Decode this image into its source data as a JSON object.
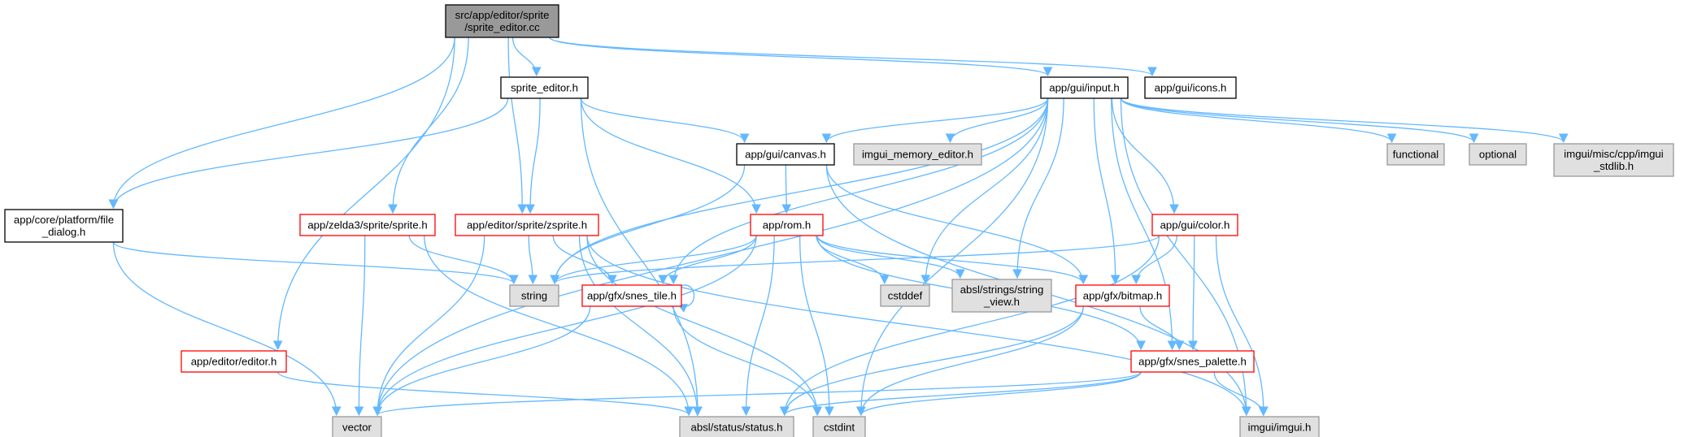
{
  "colors": {
    "root_fill": "#999999",
    "plain_fill": "#ffffff",
    "plain_border": "#000000",
    "red_border": "#ff0000",
    "system_fill": "#e0e0e0",
    "system_border": "#999999",
    "edge": "#63b8ff"
  },
  "nodes": [
    {
      "id": "root",
      "lines": [
        "src/app/editor/sprite",
        "/sprite_editor.cc"
      ],
      "style": "root"
    },
    {
      "id": "sprite_editor_h",
      "lines": [
        "sprite_editor.h"
      ],
      "style": "plain"
    },
    {
      "id": "gui_input",
      "lines": [
        "app/gui/input.h"
      ],
      "style": "plain"
    },
    {
      "id": "gui_icons",
      "lines": [
        "app/gui/icons.h"
      ],
      "style": "plain"
    },
    {
      "id": "gui_canvas",
      "lines": [
        "app/gui/canvas.h"
      ],
      "style": "plain"
    },
    {
      "id": "imgui_memory_editor",
      "lines": [
        "imgui_memory_editor.h"
      ],
      "style": "system"
    },
    {
      "id": "functional",
      "lines": [
        "functional"
      ],
      "style": "system"
    },
    {
      "id": "optional",
      "lines": [
        "optional"
      ],
      "style": "system"
    },
    {
      "id": "imgui_stdlib",
      "lines": [
        "imgui/misc/cpp/imgui",
        "_stdlib.h"
      ],
      "style": "system"
    },
    {
      "id": "file_dialog",
      "lines": [
        "app/core/platform/file",
        "_dialog.h"
      ],
      "style": "plain"
    },
    {
      "id": "zelda3_sprite",
      "lines": [
        "app/zelda3/sprite/sprite.h"
      ],
      "style": "red"
    },
    {
      "id": "zsprite",
      "lines": [
        "app/editor/sprite/zsprite.h"
      ],
      "style": "red"
    },
    {
      "id": "rom",
      "lines": [
        "app/rom.h"
      ],
      "style": "red"
    },
    {
      "id": "gui_color",
      "lines": [
        "app/gui/color.h"
      ],
      "style": "red"
    },
    {
      "id": "string",
      "lines": [
        "string"
      ],
      "style": "system"
    },
    {
      "id": "snes_tile",
      "lines": [
        "app/gfx/snes_tile.h"
      ],
      "style": "red"
    },
    {
      "id": "cstddef",
      "lines": [
        "cstddef"
      ],
      "style": "system"
    },
    {
      "id": "string_view",
      "lines": [
        "absl/strings/string",
        "_view.h"
      ],
      "style": "system"
    },
    {
      "id": "bitmap",
      "lines": [
        "app/gfx/bitmap.h"
      ],
      "style": "red"
    },
    {
      "id": "editor_h",
      "lines": [
        "app/editor/editor.h"
      ],
      "style": "red"
    },
    {
      "id": "snes_palette",
      "lines": [
        "app/gfx/snes_palette.h"
      ],
      "style": "red"
    },
    {
      "id": "vector",
      "lines": [
        "vector"
      ],
      "style": "system"
    },
    {
      "id": "status",
      "lines": [
        "absl/status/status.h"
      ],
      "style": "system"
    },
    {
      "id": "cstdint",
      "lines": [
        "cstdint"
      ],
      "style": "system"
    },
    {
      "id": "imgui",
      "lines": [
        "imgui/imgui.h"
      ],
      "style": "system"
    }
  ],
  "edges": [
    [
      "root",
      "sprite_editor_h"
    ],
    [
      "root",
      "gui_input"
    ],
    [
      "root",
      "gui_icons"
    ],
    [
      "root",
      "file_dialog"
    ],
    [
      "root",
      "zelda3_sprite"
    ],
    [
      "root",
      "zsprite"
    ],
    [
      "root",
      "editor_h"
    ],
    [
      "sprite_editor_h",
      "gui_canvas"
    ],
    [
      "sprite_editor_h",
      "file_dialog"
    ],
    [
      "sprite_editor_h",
      "zsprite"
    ],
    [
      "sprite_editor_h",
      "rom"
    ],
    [
      "sprite_editor_h",
      "status"
    ],
    [
      "gui_input",
      "gui_canvas"
    ],
    [
      "gui_input",
      "imgui_memory_editor"
    ],
    [
      "gui_input",
      "functional"
    ],
    [
      "gui_input",
      "optional"
    ],
    [
      "gui_input",
      "imgui_stdlib"
    ],
    [
      "gui_input",
      "gui_color"
    ],
    [
      "gui_input",
      "string"
    ],
    [
      "gui_input",
      "snes_tile"
    ],
    [
      "gui_input",
      "cstddef"
    ],
    [
      "gui_input",
      "string_view"
    ],
    [
      "gui_input",
      "bitmap"
    ],
    [
      "gui_input",
      "snes_palette"
    ],
    [
      "gui_input",
      "vector"
    ],
    [
      "gui_input",
      "cstdint"
    ],
    [
      "gui_input",
      "imgui"
    ],
    [
      "gui_canvas",
      "rom"
    ],
    [
      "gui_canvas",
      "string"
    ],
    [
      "gui_canvas",
      "bitmap"
    ],
    [
      "gui_canvas",
      "imgui"
    ],
    [
      "file_dialog",
      "string"
    ],
    [
      "file_dialog",
      "vector"
    ],
    [
      "zelda3_sprite",
      "string"
    ],
    [
      "zelda3_sprite",
      "vector"
    ],
    [
      "zelda3_sprite",
      "status"
    ],
    [
      "zsprite",
      "string"
    ],
    [
      "zsprite",
      "snes_tile"
    ],
    [
      "zsprite",
      "vector"
    ],
    [
      "zsprite",
      "status"
    ],
    [
      "zsprite",
      "cstdint"
    ],
    [
      "zsprite",
      "imgui"
    ],
    [
      "rom",
      "string"
    ],
    [
      "rom",
      "snes_tile"
    ],
    [
      "rom",
      "cstddef"
    ],
    [
      "rom",
      "string_view"
    ],
    [
      "rom",
      "bitmap"
    ],
    [
      "rom",
      "snes_palette"
    ],
    [
      "rom",
      "vector"
    ],
    [
      "rom",
      "status"
    ],
    [
      "rom",
      "cstdint"
    ],
    [
      "gui_color",
      "string"
    ],
    [
      "gui_color",
      "bitmap"
    ],
    [
      "gui_color",
      "snes_palette"
    ],
    [
      "gui_color",
      "status"
    ],
    [
      "gui_color",
      "imgui"
    ],
    [
      "snes_tile",
      "snes_tile"
    ],
    [
      "snes_tile",
      "vector"
    ],
    [
      "snes_tile",
      "cstdint"
    ],
    [
      "bitmap",
      "snes_palette"
    ],
    [
      "bitmap",
      "status"
    ],
    [
      "bitmap",
      "cstdint"
    ],
    [
      "editor_h",
      "status"
    ],
    [
      "snes_palette",
      "vector"
    ],
    [
      "snes_palette",
      "status"
    ],
    [
      "snes_palette",
      "cstdint"
    ],
    [
      "snes_palette",
      "imgui"
    ]
  ]
}
